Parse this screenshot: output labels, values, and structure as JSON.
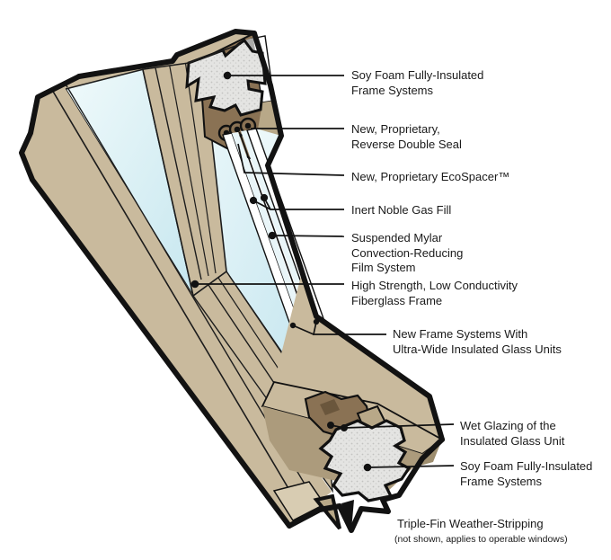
{
  "figure": {
    "callouts": [
      {
        "id": "soy-foam-top",
        "text": "Soy Foam Fully-Insulated\nFrame Systems"
      },
      {
        "id": "reverse-double-seal",
        "text": "New, Proprietary,\nReverse Double Seal"
      },
      {
        "id": "ecospacer",
        "text": "New, Proprietary EcoSpacer™"
      },
      {
        "id": "inert-gas-fill",
        "text": "Inert Noble Gas Fill"
      },
      {
        "id": "mylar-film",
        "text": "Suspended Mylar\nConvection-Reducing\nFilm System"
      },
      {
        "id": "fiberglass-frame",
        "text": "High Strength, Low Conductivity\nFiberglass Frame"
      },
      {
        "id": "ultra-wide-units",
        "text": "New Frame Systems With\nUltra-Wide Insulated Glass Units"
      },
      {
        "id": "wet-glazing",
        "text": "Wet Glazing of the\nInsulated Glass Unit"
      },
      {
        "id": "soy-foam-bottom",
        "text": "Soy Foam Fully-Insulated\nFrame Systems"
      },
      {
        "id": "weather-stripping",
        "text": "Triple-Fin Weather-Stripping",
        "note": "(not shown, applies to operable windows)"
      }
    ],
    "colors": {
      "frame_tan": "#C9BA9D",
      "frame_mid": "#B8A888",
      "frame_shadow": "#AC9B7C",
      "profile_brown": "#8A7254",
      "foam_gray": "#E4E4E2",
      "glass_blue": "#C7E7EF",
      "outline": "#121212",
      "background": "#FFFFFF"
    }
  }
}
